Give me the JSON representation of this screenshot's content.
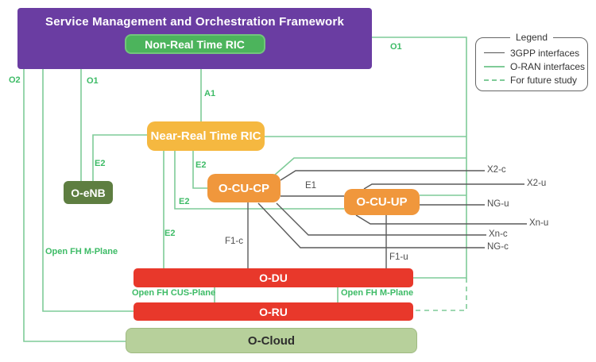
{
  "nodes": {
    "smo": "Service Management and Orchestration Framework",
    "non_rt_ric": "Non-Real Time RIC",
    "near_rt_ric": "Near-Real Time RIC",
    "o_cu_cp": "O-CU-CP",
    "o_cu_up": "O-CU-UP",
    "o_enb": "O-eNB",
    "o_du": "O-DU",
    "o_ru": "O-RU",
    "o_cloud": "O-Cloud"
  },
  "legend": {
    "title": "Legend",
    "items": [
      {
        "style": "solid-dark",
        "label": "3GPP interfaces"
      },
      {
        "style": "solid-green",
        "label": "O-RAN interfaces"
      },
      {
        "style": "dashed-green",
        "label": "For future study"
      }
    ]
  },
  "edge_labels": [
    {
      "id": "o2",
      "text": "O2"
    },
    {
      "id": "o1-left",
      "text": "O1"
    },
    {
      "id": "a1",
      "text": "A1"
    },
    {
      "id": "o1-right",
      "text": "O1"
    },
    {
      "id": "e2-oenb",
      "text": "E2"
    },
    {
      "id": "e2-ocucp",
      "text": "E2"
    },
    {
      "id": "e2-ocuup",
      "text": "E2"
    },
    {
      "id": "e2-odu",
      "text": "E2"
    },
    {
      "id": "open-fh-m-plane-left",
      "text": "Open FH M-Plane"
    },
    {
      "id": "open-fh-cus-plane",
      "text": "Open FH CUS-Plane"
    },
    {
      "id": "open-fh-m-plane-right",
      "text": "Open FH M-Plane"
    },
    {
      "id": "e1",
      "text": "E1"
    },
    {
      "id": "f1-c",
      "text": "F1-c"
    },
    {
      "id": "f1-u",
      "text": "F1-u"
    },
    {
      "id": "x2-c",
      "text": "X2-c"
    },
    {
      "id": "x2-u",
      "text": "X2-u"
    },
    {
      "id": "ng-u",
      "text": "NG-u"
    },
    {
      "id": "xn-u",
      "text": "Xn-u"
    },
    {
      "id": "xn-c",
      "text": "Xn-c"
    },
    {
      "id": "ng-c",
      "text": "NG-c"
    }
  ],
  "colors": {
    "smo-purple": "#6a3da2",
    "node-green": "#4cb45c",
    "node-amber": "#f5b840",
    "node-orange": "#f0973c",
    "node-olive": "#5e7e41",
    "node-red": "#e8382b",
    "node-sage": "#b7d09b",
    "line-green": "#7fcb98",
    "label-green": "#3dbb66",
    "line-dark": "#5a5a5a"
  }
}
